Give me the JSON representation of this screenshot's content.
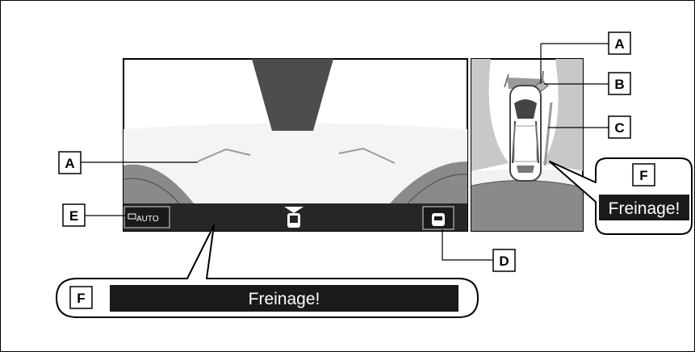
{
  "callouts": {
    "a": "A",
    "b": "B",
    "c": "C",
    "d": "D",
    "e": "E",
    "f": "F"
  },
  "screen": {
    "view_mode_label": "AUTO",
    "warning_message": "Freinage!"
  },
  "colors": {
    "warning_bar": "#1a1a1a",
    "screen_bar": "#262626",
    "dark_sky": "#4d4d4d",
    "ground": "#8a8a8a",
    "guide_line": "#9a9a9a"
  }
}
